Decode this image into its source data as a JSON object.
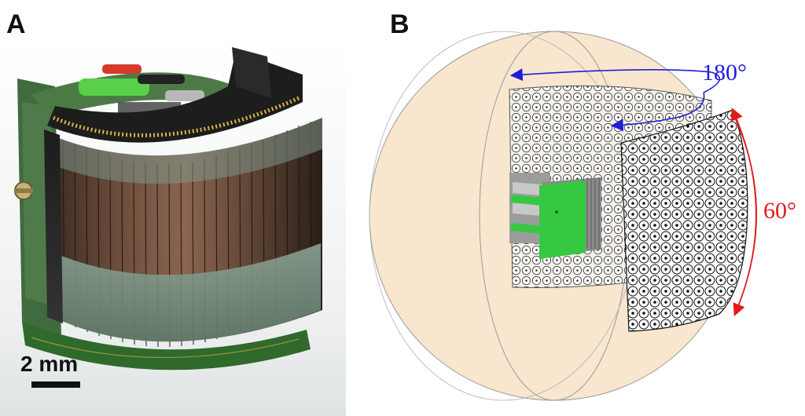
{
  "panels": {
    "a": {
      "label": "A",
      "scale_bar_text": "2 mm"
    },
    "b": {
      "label": "B",
      "horizontal_angle": "180°",
      "vertical_angle": "60°"
    }
  },
  "colors": {
    "sphere_fill": "#f8e6cf",
    "horizontal_arrow": "#1f1fd6",
    "vertical_arrow": "#e01b1b",
    "pcb_green": "#35c840",
    "sensor_metal": "#a8a8a8"
  }
}
